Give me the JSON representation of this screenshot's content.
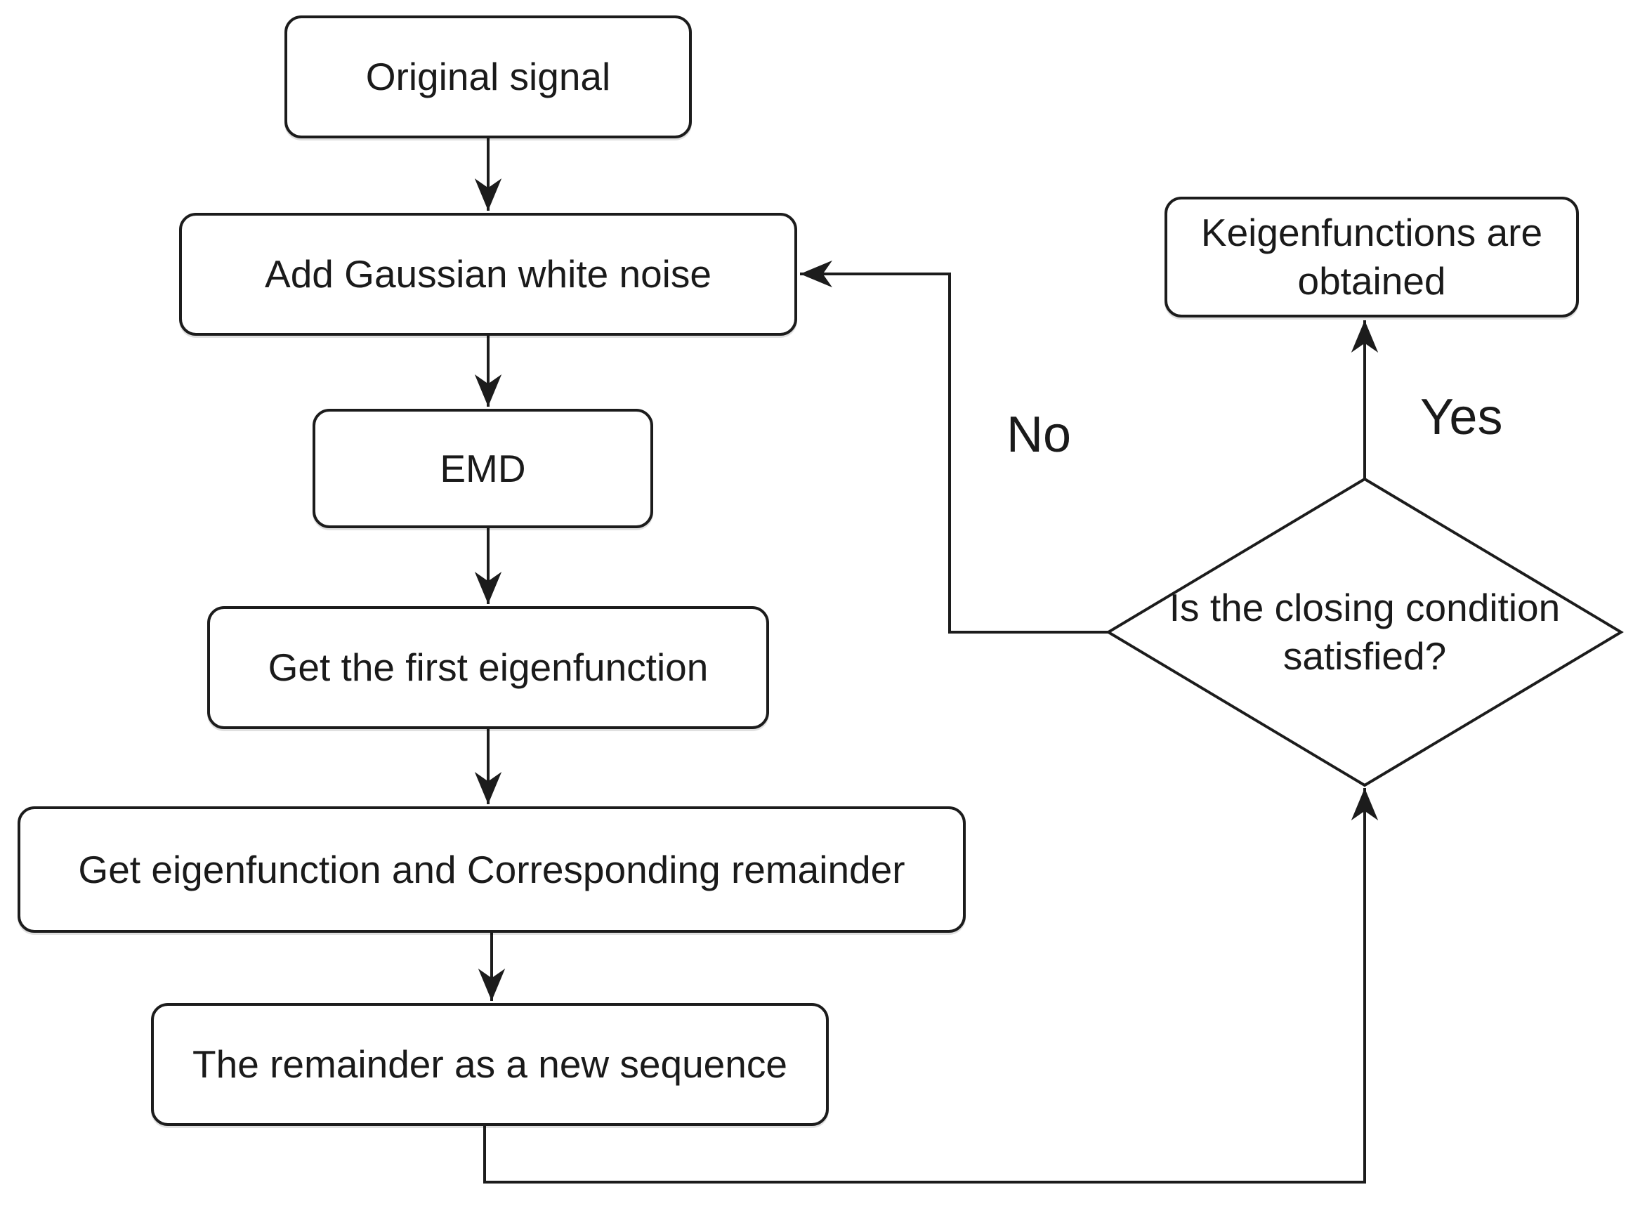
{
  "diagram": {
    "type": "flowchart",
    "colors": {
      "stroke": "#1c1c1c",
      "text": "#1a1a1a",
      "background": "#ffffff"
    },
    "nodes": {
      "original_signal": {
        "label": "Original signal",
        "shape": "rounded-rect"
      },
      "add_noise": {
        "label": "Add Gaussian white noise",
        "shape": "rounded-rect"
      },
      "emd": {
        "label": "EMD",
        "shape": "rounded-rect"
      },
      "first_eigenfunction": {
        "label": "Get the first eigenfunction",
        "shape": "rounded-rect"
      },
      "eigenfunction_remainder": {
        "label": "Get eigenfunction and Corresponding remainder",
        "shape": "rounded-rect"
      },
      "remainder_new_sequence": {
        "label": "The remainder as a new sequence",
        "shape": "rounded-rect"
      },
      "keigenfunctions_obtained": {
        "label": "Keigenfunctions are obtained",
        "shape": "rounded-rect"
      },
      "closing_condition": {
        "label": "Is the closing condition satisfied?",
        "shape": "diamond"
      }
    },
    "edge_labels": {
      "yes": "Yes",
      "no": "No"
    },
    "edges": [
      {
        "from": "Original signal",
        "to": "Add Gaussian white noise",
        "label": ""
      },
      {
        "from": "Add Gaussian white noise",
        "to": "EMD",
        "label": ""
      },
      {
        "from": "EMD",
        "to": "Get the first eigenfunction",
        "label": ""
      },
      {
        "from": "Get the first eigenfunction",
        "to": "Get eigenfunction and Corresponding remainder",
        "label": ""
      },
      {
        "from": "Get eigenfunction and Corresponding remainder",
        "to": "The remainder as a new sequence",
        "label": ""
      },
      {
        "from": "The remainder as a new sequence",
        "to": "Is the closing condition satisfied?",
        "label": ""
      },
      {
        "from": "Is the closing condition satisfied?",
        "to": "Keigenfunctions are obtained",
        "label": "Yes"
      },
      {
        "from": "Is the closing condition satisfied?",
        "to": "Add Gaussian white noise",
        "label": "No"
      }
    ]
  }
}
